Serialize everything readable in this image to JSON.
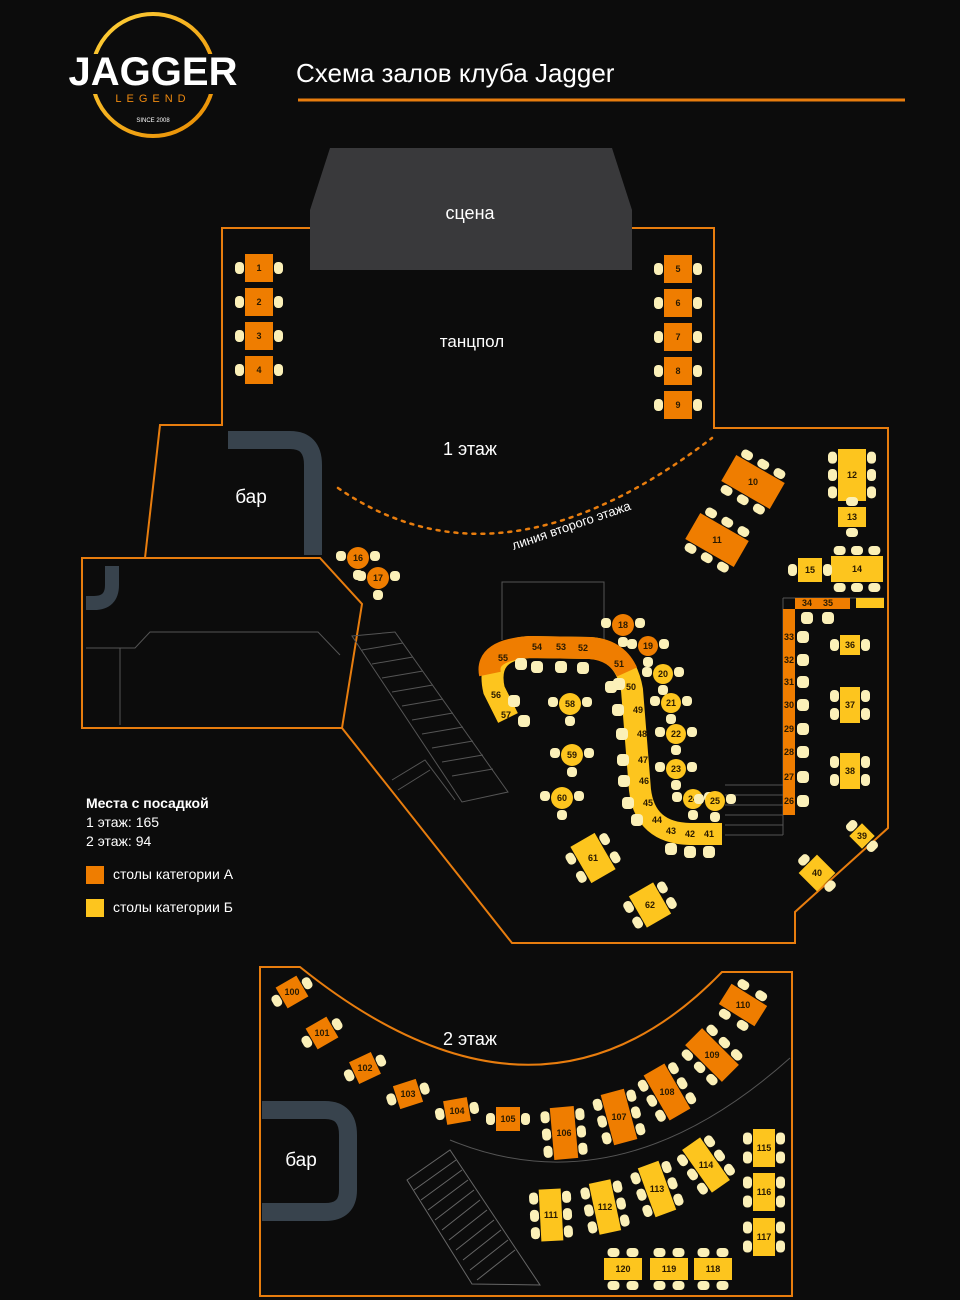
{
  "logo": {
    "name": "JAGGER",
    "sub": "LEGEND",
    "since": "SINCE 2008"
  },
  "title": "Схема залов клуба Jagger",
  "zones": {
    "stage": "сцена",
    "dancefloor": "танцпол",
    "floor1": "1 этаж",
    "bar1": "бар",
    "second_floor_line": "линия второго этажа",
    "floor2": "2 этаж",
    "bar2": "бар"
  },
  "legend": {
    "heading": "Места с посадкой",
    "floor1": "1 этаж: 165",
    "floor2": "2 этаж:  94",
    "category_a": "столы категории А",
    "category_b": "столы категории Б"
  },
  "colors": {
    "category_a": "#ef7d00",
    "category_b": "#fdc51e",
    "chair": "#fbf0b8",
    "wall": "#e87d0e"
  },
  "tables": [
    {
      "id": "1",
      "category": "A"
    },
    {
      "id": "2",
      "category": "A"
    },
    {
      "id": "3",
      "category": "A"
    },
    {
      "id": "4",
      "category": "A"
    },
    {
      "id": "5",
      "category": "A"
    },
    {
      "id": "6",
      "category": "A"
    },
    {
      "id": "7",
      "category": "A"
    },
    {
      "id": "8",
      "category": "A"
    },
    {
      "id": "9",
      "category": "A"
    },
    {
      "id": "10",
      "category": "A"
    },
    {
      "id": "11",
      "category": "A"
    },
    {
      "id": "12",
      "category": "B"
    },
    {
      "id": "13",
      "category": "B"
    },
    {
      "id": "14",
      "category": "B"
    },
    {
      "id": "15",
      "category": "B"
    },
    {
      "id": "16",
      "category": "A"
    },
    {
      "id": "17",
      "category": "A"
    },
    {
      "id": "18",
      "category": "A"
    },
    {
      "id": "19",
      "category": "A"
    },
    {
      "id": "20",
      "category": "B"
    },
    {
      "id": "21",
      "category": "B"
    },
    {
      "id": "22",
      "category": "B"
    },
    {
      "id": "23",
      "category": "B"
    },
    {
      "id": "24",
      "category": "B"
    },
    {
      "id": "25",
      "category": "B"
    },
    {
      "id": "36",
      "category": "B"
    },
    {
      "id": "37",
      "category": "B"
    },
    {
      "id": "38",
      "category": "B"
    },
    {
      "id": "39",
      "category": "B"
    },
    {
      "id": "40",
      "category": "B"
    },
    {
      "id": "58",
      "category": "B"
    },
    {
      "id": "59",
      "category": "B"
    },
    {
      "id": "60",
      "category": "B"
    },
    {
      "id": "61",
      "category": "B"
    },
    {
      "id": "62",
      "category": "B"
    },
    {
      "id": "100",
      "category": "A"
    },
    {
      "id": "101",
      "category": "A"
    },
    {
      "id": "102",
      "category": "A"
    },
    {
      "id": "103",
      "category": "A"
    },
    {
      "id": "104",
      "category": "A"
    },
    {
      "id": "105",
      "category": "A"
    },
    {
      "id": "106",
      "category": "A"
    },
    {
      "id": "107",
      "category": "A"
    },
    {
      "id": "108",
      "category": "A"
    },
    {
      "id": "109",
      "category": "A"
    },
    {
      "id": "110",
      "category": "A"
    },
    {
      "id": "111",
      "category": "B"
    },
    {
      "id": "112",
      "category": "B"
    },
    {
      "id": "113",
      "category": "B"
    },
    {
      "id": "114",
      "category": "B"
    },
    {
      "id": "115",
      "category": "B"
    },
    {
      "id": "116",
      "category": "B"
    },
    {
      "id": "117",
      "category": "B"
    },
    {
      "id": "118",
      "category": "B"
    },
    {
      "id": "119",
      "category": "B"
    },
    {
      "id": "120",
      "category": "B"
    }
  ],
  "bar_seats": {
    "left_wall": [
      "26",
      "27",
      "28",
      "29",
      "30",
      "31",
      "32",
      "33"
    ],
    "top_wall": [
      "34",
      "35"
    ],
    "counter": [
      "41",
      "42",
      "43",
      "44",
      "45",
      "46",
      "47",
      "48",
      "49",
      "50",
      "51",
      "52",
      "53",
      "54",
      "55",
      "56",
      "57"
    ]
  }
}
